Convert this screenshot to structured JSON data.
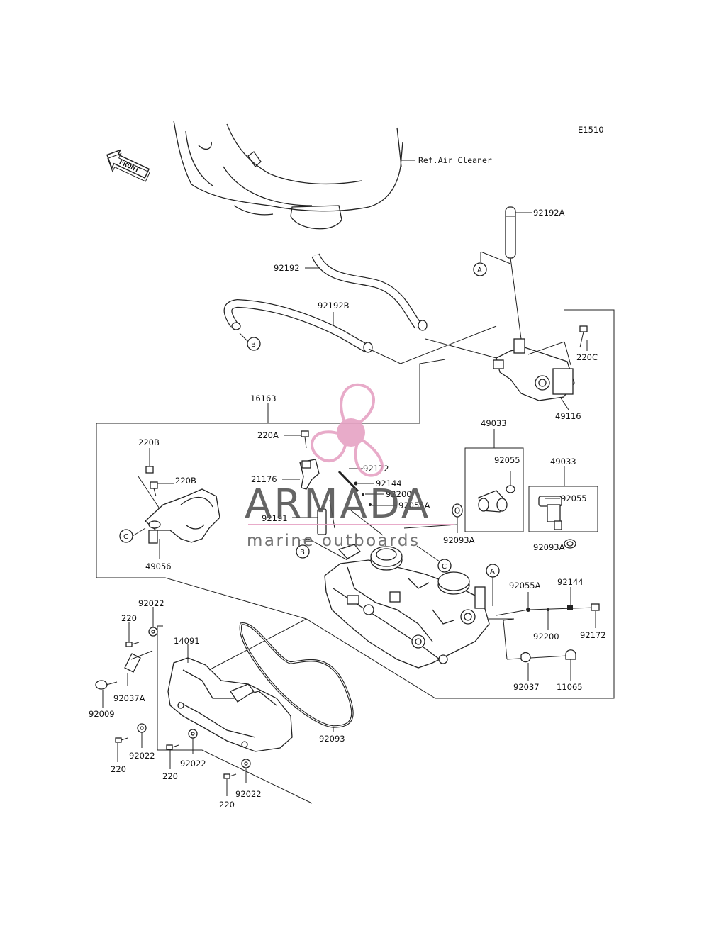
{
  "diagram_code": "E1510",
  "front_label": "FRONT",
  "ref_label": "Ref.Air Cleaner",
  "callouts": {
    "A": "A",
    "B": "B",
    "C": "C"
  },
  "part_labels": [
    {
      "id": "92192A",
      "text": "92192A"
    },
    {
      "id": "92192",
      "text": "92192"
    },
    {
      "id": "92192B",
      "text": "92192B"
    },
    {
      "id": "220C",
      "text": "220C"
    },
    {
      "id": "49116",
      "text": "49116"
    },
    {
      "id": "16163",
      "text": "16163"
    },
    {
      "id": "220A",
      "text": "220A"
    },
    {
      "id": "220B-top",
      "text": "220B"
    },
    {
      "id": "220B-mid",
      "text": "220B"
    },
    {
      "id": "21176",
      "text": "21176"
    },
    {
      "id": "92172-upper",
      "text": "92172"
    },
    {
      "id": "92144-upper",
      "text": "92144"
    },
    {
      "id": "92200-upper",
      "text": "92200"
    },
    {
      "id": "92055A-upper",
      "text": "92055A"
    },
    {
      "id": "92191",
      "text": "92191"
    },
    {
      "id": "92093A-upper",
      "text": "92093A"
    },
    {
      "id": "49056",
      "text": "49056"
    },
    {
      "id": "49033-left",
      "text": "49033"
    },
    {
      "id": "92055-left",
      "text": "92055"
    },
    {
      "id": "49033-right",
      "text": "49033"
    },
    {
      "id": "92055-right",
      "text": "92055"
    },
    {
      "id": "92093A-right",
      "text": "92093A"
    },
    {
      "id": "92055A-right",
      "text": "92055A"
    },
    {
      "id": "92144-right",
      "text": "92144"
    },
    {
      "id": "92200-right",
      "text": "92200"
    },
    {
      "id": "92172-right",
      "text": "92172"
    },
    {
      "id": "92037",
      "text": "92037"
    },
    {
      "id": "11065",
      "text": "11065"
    },
    {
      "id": "92022-top",
      "text": "92022"
    },
    {
      "id": "220-top",
      "text": "220"
    },
    {
      "id": "14091",
      "text": "14091"
    },
    {
      "id": "92037A",
      "text": "92037A"
    },
    {
      "id": "92009",
      "text": "92009"
    },
    {
      "id": "92093",
      "text": "92093"
    },
    {
      "id": "92022-a",
      "text": "92022"
    },
    {
      "id": "220-a",
      "text": "220"
    },
    {
      "id": "92022-b",
      "text": "92022"
    },
    {
      "id": "220-b",
      "text": "220"
    },
    {
      "id": "92022-c",
      "text": "92022"
    },
    {
      "id": "220-c",
      "text": "220"
    }
  ],
  "watermark": {
    "brand": "ARMADA",
    "tagline": "marine outboards",
    "accent_color": "#e6a3c4",
    "text_color": "#555555"
  }
}
